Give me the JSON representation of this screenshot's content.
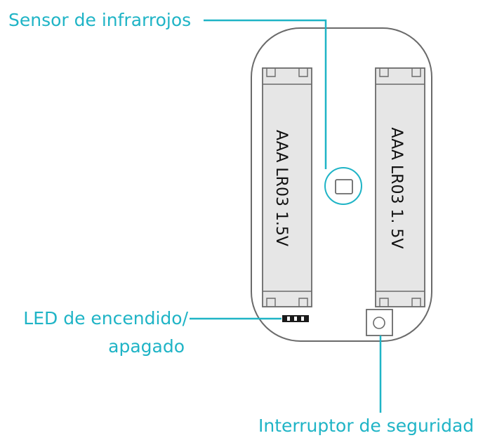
{
  "colors": {
    "accent": "#1fb4c6",
    "outline": "#6a6a6a",
    "battery_fill": "#e6e6e6",
    "background": "#ffffff"
  },
  "labels": {
    "infrared_sensor": "Sensor de infrarrojos",
    "led_line1": "LED de encendido/",
    "led_line2": "apagado",
    "safety_switch": "Interruptor de seguridad"
  },
  "batteries": {
    "left": "AAA LR03 1.5V",
    "right": "AAA LR03 1. 5V"
  }
}
